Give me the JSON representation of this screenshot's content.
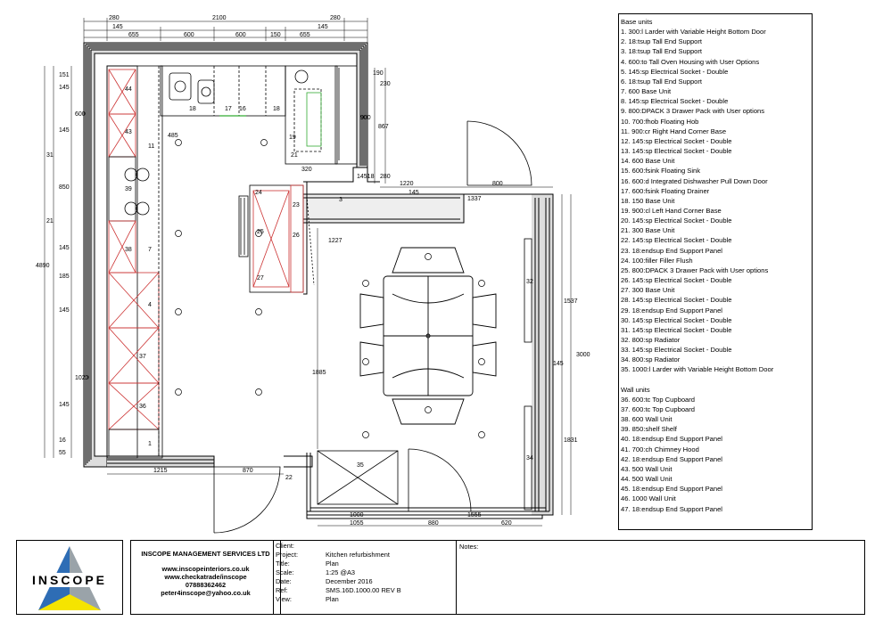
{
  "legend": {
    "base_title": "Base units",
    "base_units": [
      "1. 300:l Larder with Variable  Height Bottom Door",
      "2. 18:tsup Tall End Support",
      "3. 18:tsup Tall End Support",
      "4. 600:to Tall Oven Housing with User Options",
      "5. 145:sp Electrical Socket - Double",
      "6. 18:tsup Tall End Support",
      "7. 600 Base Unit",
      "8. 145:sp Electrical Socket - Double",
      "9. 800:DPACK 3 Drawer Pack with User options",
      "10. 700:fhob Floating Hob",
      "11. 900:cr Right  Hand Corner Base",
      "12. 145:sp Electrical Socket - Double",
      "13. 145:sp Electrical Socket - Double",
      "14. 600 Base Unit",
      "15. 600:fsink Floating Sink",
      "16. 600:d Integrated  Dishwasher Pull Down Door",
      "17. 600:fsink Floating Drainer",
      "18. 150 Base Unit",
      "19. 900:cl Left Hand Corner Base",
      "20. 145:sp Electrical Socket - Double",
      "21. 300 Base Unit",
      "22. 145:sp Electrical Socket - Double",
      "23. 18:endsup End Support Panel",
      "24. 100:filler Filler Flush",
      "25. 800:DPACK 3 Drawer Pack with User options",
      "26. 145:sp Electrical Socket - Double",
      "27. 300 Base Unit",
      "28. 145:sp Electrical Socket - Double",
      "29. 18:endsup End Support Panel",
      "30. 145:sp Electrical Socket - Double",
      "31. 145:sp Electrical Socket - Double",
      "32. 800:sp Radiator",
      "33. 145:sp Electrical Socket - Double",
      "34. 800:sp Radiator",
      "35. 1000:l Larder with Variable  Height Bottom Door"
    ],
    "wall_title": "Wall units",
    "wall_units": [
      "36. 600:tc Top Cupboard",
      "37. 600:tc Top Cupboard",
      "38. 600 Wall Unit",
      "39. 850:shelf Shelf",
      "40. 18:endsup End Support Panel",
      "41. 700:ch Chimney Hood",
      "42. 18:endsup End Support Panel",
      "43. 500 Wall Unit",
      "44. 500 Wall Unit",
      "45. 18:endsup End Support Panel",
      "46. 1000 Wall Unit",
      "47. 18:endsup End Support Panel"
    ]
  },
  "company": {
    "logo_text": "INSCOPE",
    "name": "INSCOPE MANAGEMENT SERVICES LTD",
    "website1": "www.inscopeinteriors.co.uk",
    "website2": "www.checkatrade/inscope",
    "phone": "07888362462",
    "email": "peter4inscope@yahoo.co.uk"
  },
  "project": {
    "client_label": "Client:",
    "client_value": "",
    "project_label": "Project:",
    "project_value": "Kitchen refurbishment",
    "title_label": "Title:",
    "title_value": "Plan",
    "scale_label": "Scale:",
    "scale_value": "1:25 @A3",
    "date_label": "Date:",
    "date_value": "December 2016",
    "ref_label": "Ref:",
    "ref_value": "SMS.16D.1000.00 REV B",
    "view_label": "View:",
    "view_value": "Plan"
  },
  "notes": {
    "label": "Notes:"
  },
  "dimensions": {
    "top_total": "2100",
    "top_left_offset": "280",
    "top_right_offset": "280",
    "top_145_left": "145",
    "top_145_right": "145",
    "top_655_left": "655",
    "top_600_a": "600",
    "top_600_b": "600",
    "top_150": "150",
    "top_655_right": "655",
    "right_190": "190",
    "right_230": "230",
    "right_900": "900",
    "right_867": "867",
    "right_320": "320",
    "right_14518": "14518",
    "right_280": "280",
    "mid_1220": "1220",
    "mid_145": "145",
    "mid_800": "800",
    "mid_1337": "1337",
    "mid_3": "3",
    "mid_1227": "1227",
    "left_total": "4890",
    "left_151": "151",
    "left_145_a": "145",
    "left_600": "600",
    "left_145_b": "145",
    "left_31": "31",
    "left_850": "850",
    "left_21": "21",
    "left_145_c": "145",
    "left_185": "185",
    "left_145_d": "145",
    "left_1020": "1020",
    "left_145_e": "145",
    "left_16": "16",
    "left_55": "55",
    "bottom_1215": "1215",
    "bottom_870": "870",
    "bottom_22": "22",
    "bottom_1000": "1000",
    "bottom_1055": "1055",
    "bottom_880": "880",
    "bottom_1555": "1555",
    "bottom_620": "620",
    "mid_1885": "1885",
    "right_1537": "1537",
    "right_3000": "3000",
    "right_145": "145",
    "right_1831": "1831",
    "hob_485": "485",
    "unit_19_label": "19",
    "unit_21_label": "21",
    "u_1": "1",
    "u_4": "4",
    "u_7": "7",
    "u_11": "11",
    "u_16": "16",
    "u_17": "17",
    "u_18": "18",
    "u_24": "24",
    "u_25": "25",
    "u_27": "27",
    "u_32": "32",
    "u_34": "34",
    "u_35": "35",
    "u_36": "36",
    "u_37": "37",
    "u_38": "38",
    "u_39": "39",
    "u_43": "43",
    "u_44": "44",
    "u_26": "26",
    "u_23": "23"
  }
}
